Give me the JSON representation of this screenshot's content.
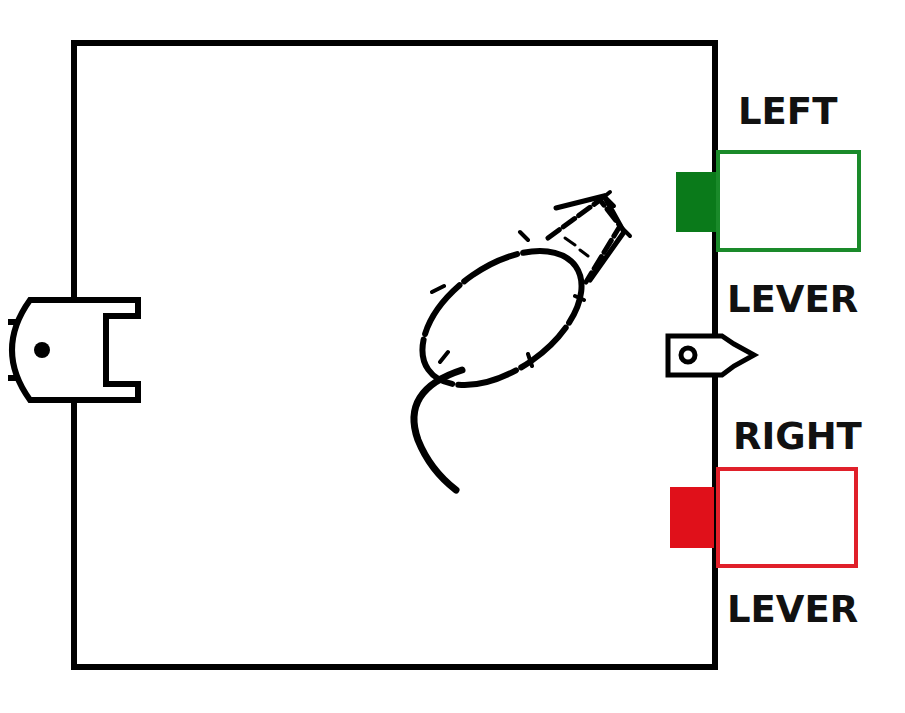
{
  "diagram": {
    "labels": [
      "LEFT",
      "LEVER",
      "RIGHT",
      "LEVER"
    ]
  }
}
